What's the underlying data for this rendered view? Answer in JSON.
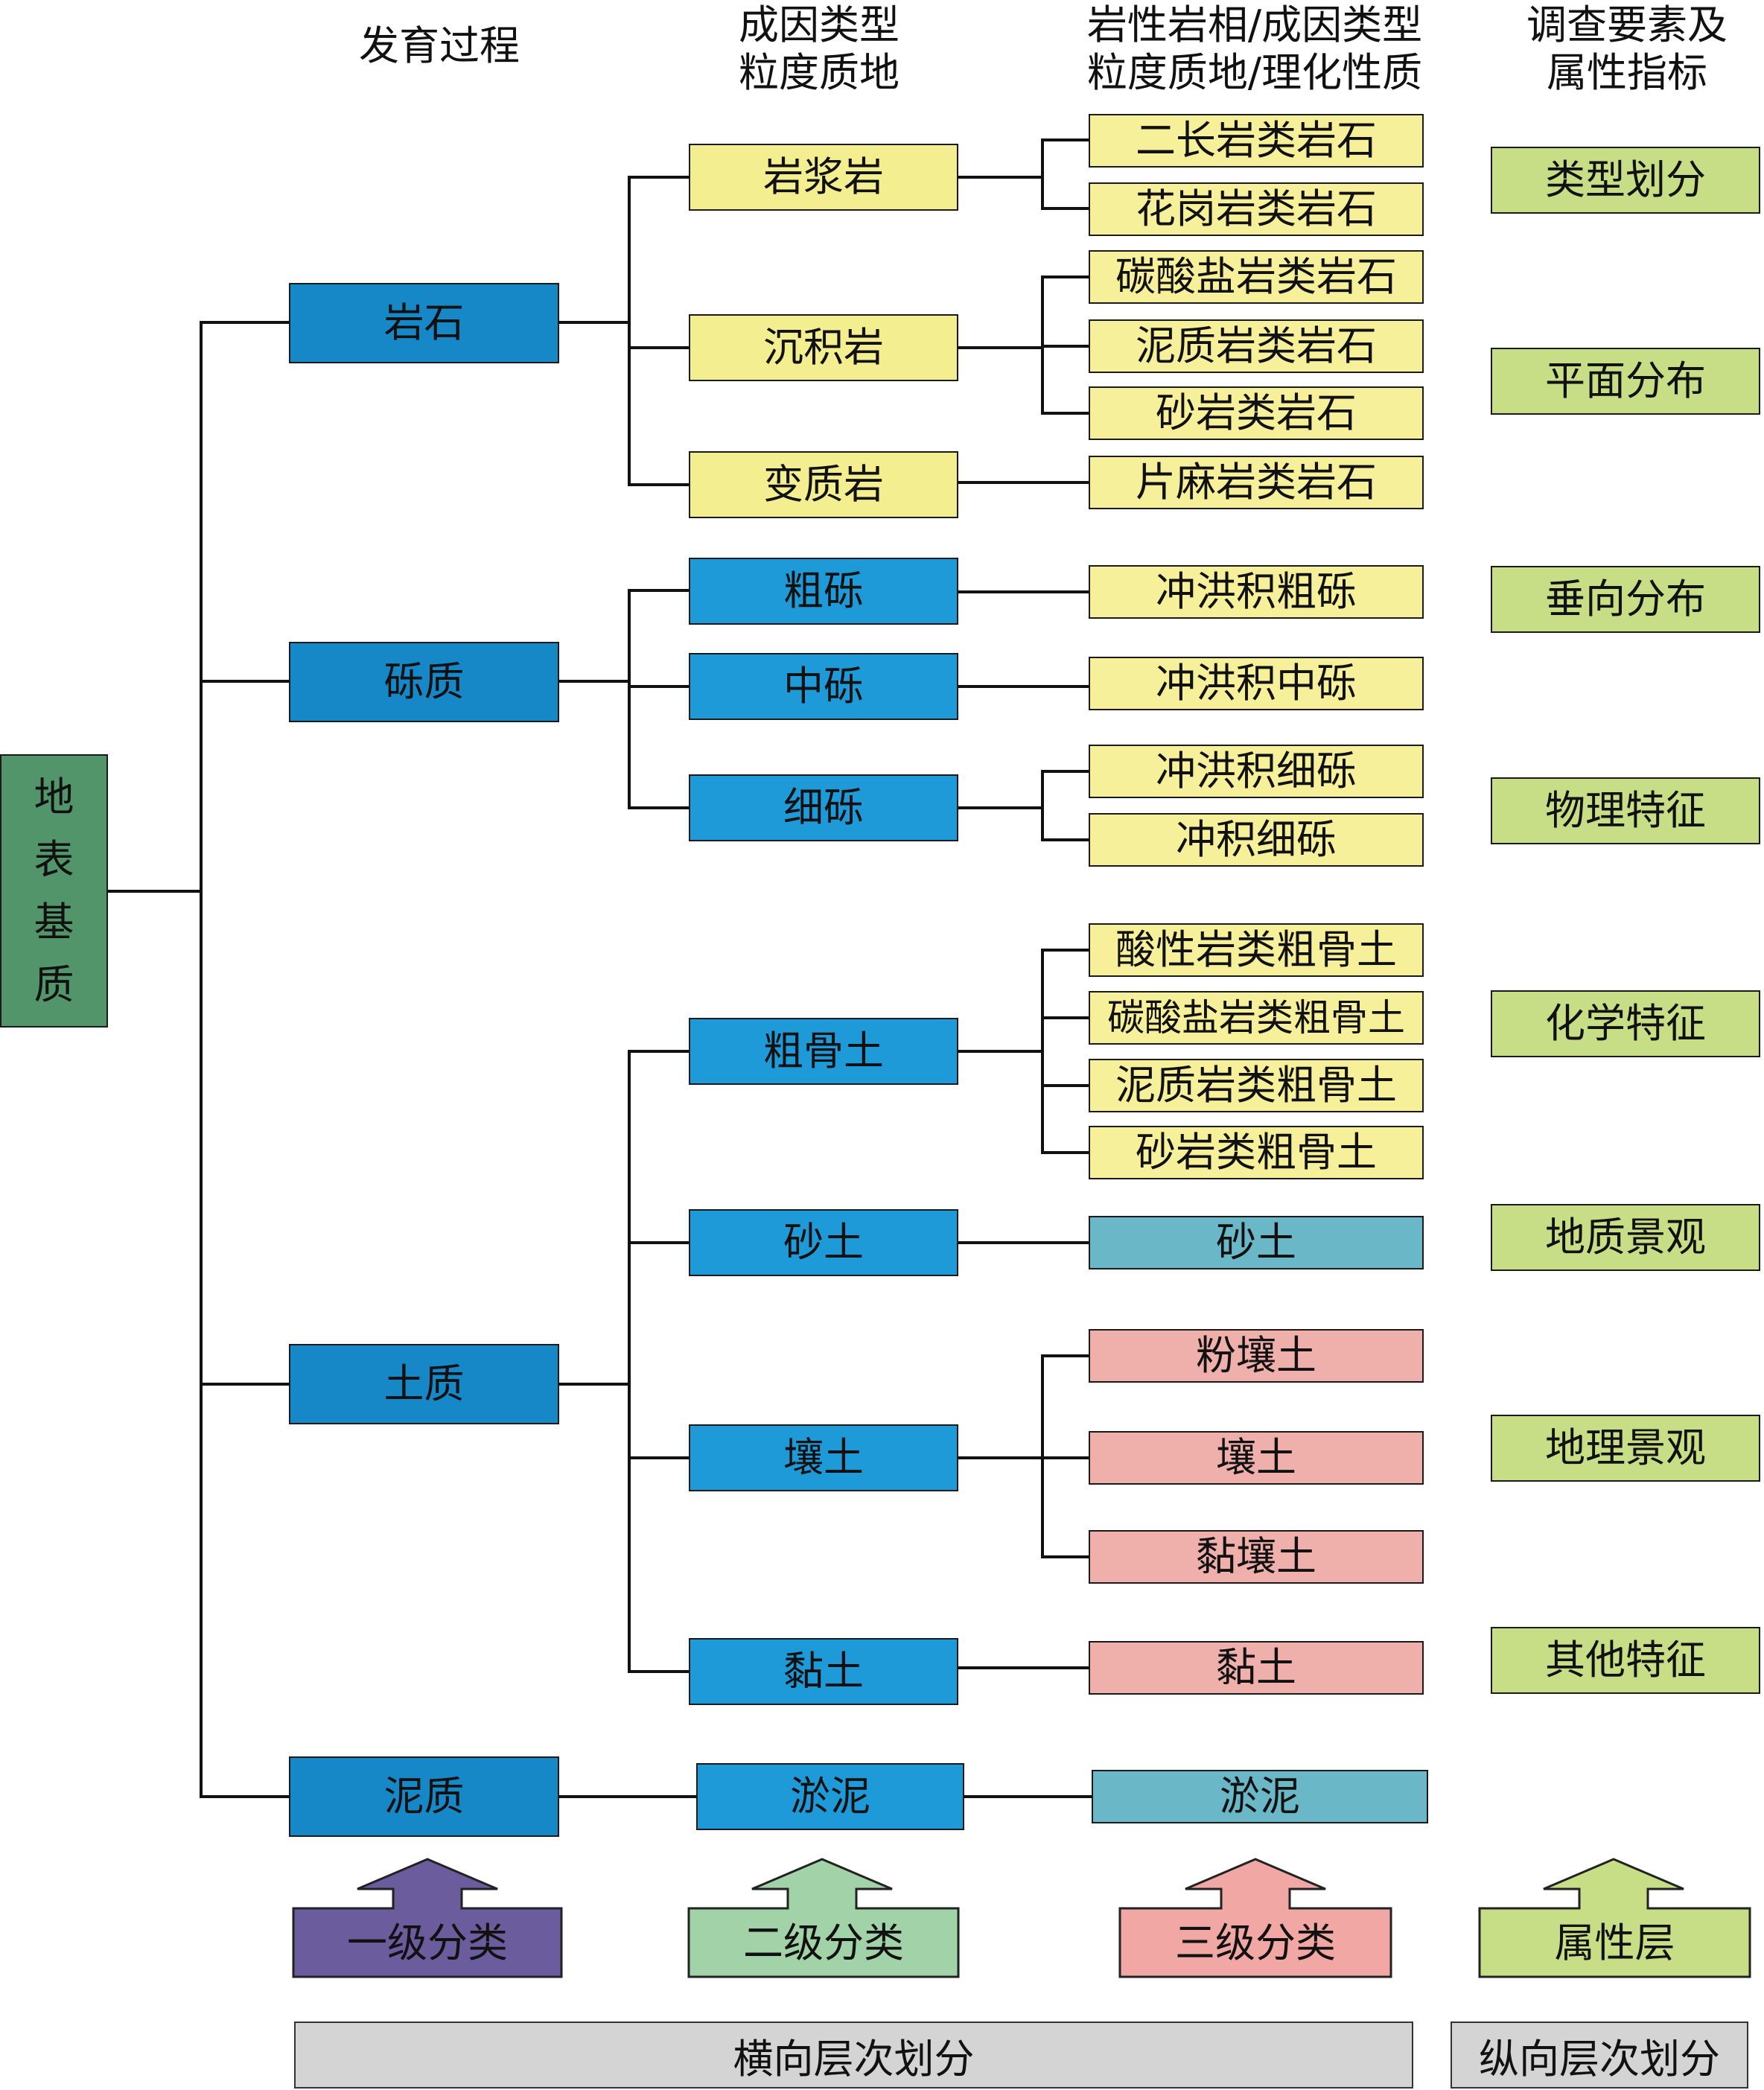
{
  "root": {
    "chars": [
      "地",
      "表",
      "基",
      "质"
    ]
  },
  "headers": {
    "col1": "发育过程",
    "col2": [
      "成因类型",
      "粒度质地"
    ],
    "col3": [
      "岩性岩相/成因类型",
      "粒度质地/理化性质"
    ],
    "col4": [
      "调查要素及",
      "属性指标"
    ]
  },
  "level1": [
    "岩石",
    "砾质",
    "土质",
    "泥质"
  ],
  "level2": [
    "岩浆岩",
    "沉积岩",
    "变质岩",
    "粗砾",
    "中砾",
    "细砾",
    "粗骨土",
    "砂土",
    "壤土",
    "黏土",
    "淤泥"
  ],
  "level3": [
    "二长岩类岩石",
    "花岗岩类岩石",
    "碳酸盐岩类岩石",
    "泥质岩类岩石",
    "砂岩类岩石",
    "片麻岩类岩石",
    "冲洪积粗砾",
    "冲洪积中砾",
    "冲洪积细砾",
    "冲积细砾",
    "酸性岩类粗骨土",
    "碳酸盐岩类粗骨土",
    "泥质岩类粗骨土",
    "砂岩类粗骨土",
    "砂土",
    "粉壤土",
    "壤土",
    "黏壤土",
    "黏土",
    "淤泥"
  ],
  "attributes": [
    "类型划分",
    "平面分布",
    "垂向分布",
    "物理特征",
    "化学特征",
    "地质景观",
    "地理景观",
    "其他特征"
  ],
  "arrows": [
    "一级分类",
    "二级分类",
    "三级分类",
    "属性层"
  ],
  "bottom": {
    "horizontal": "横向层次划分",
    "vertical": "纵向层次划分"
  },
  "colors": {
    "root": "#52956a",
    "level1": "#1688c8",
    "level2_blue": "#1f9ad8",
    "rock_yellow": "#f3ee90",
    "teal": "#6ab8c7",
    "pink": "#efafab",
    "attribute_green": "#c8de86",
    "arrow1": "#6b5c9e",
    "arrow2": "#a2d2a8",
    "arrow3": "#f1a8a4",
    "arrow4": "#c8de86",
    "bar_gray": "#d4d4d4"
  }
}
